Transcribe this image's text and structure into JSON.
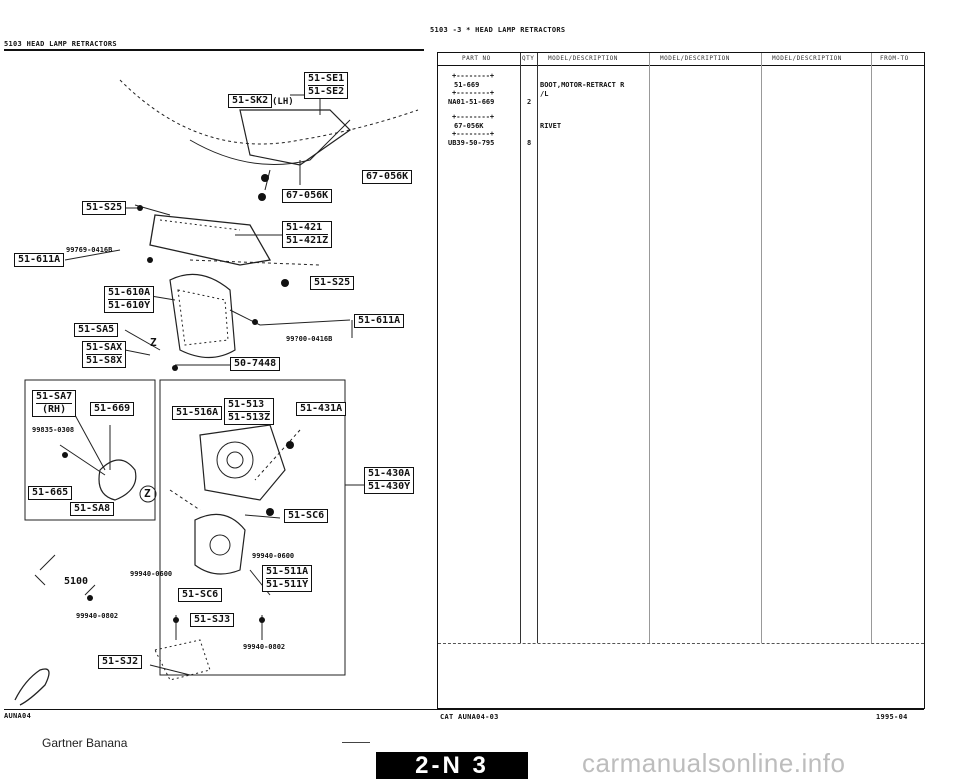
{
  "header": {
    "top_title": "5103 -3 * HEAD LAMP RETRACTORS",
    "left_section": "5103  HEAD LAMP RETRACTORS"
  },
  "diagram": {
    "callouts": {
      "se": [
        "51-SE1",
        "51-SE2"
      ],
      "sk2": "51-SK2",
      "lh": "(LH)",
      "k056a": "67-056K",
      "k056b": "67-056K",
      "s25a": "51-S25",
      "s25b": "51-S25",
      "part421": [
        "51-421",
        "51-421Z"
      ],
      "part611a": "51-611A",
      "part611b": "51-611A",
      "screw1": "99769-0416B",
      "screw2": "99?00-0416B",
      "part610": [
        "51-610A",
        "51-610Y"
      ],
      "sa5": "51-SA5",
      "sax": [
        "51-SAX",
        "51-S8X"
      ],
      "z1": "Z",
      "z2": "Z",
      "part7448": "50-7448",
      "sa7": [
        "51-SA7",
        "(RH)"
      ],
      "part669": "51-669",
      "part516a": "51-516A",
      "part513": [
        "51-513",
        "51-513Z"
      ],
      "part431a": "51-431A",
      "screw3": "99835-0308",
      "part430": [
        "51-430A",
        "51-430Y"
      ],
      "part665": "51-665",
      "sa8": "51-SA8",
      "sc6a": "51-SC6",
      "bolt1": "99940-0600",
      "bolt2": "99940-0600",
      "part511": [
        "51-511A",
        "51-511Y"
      ],
      "sc6b": "51-SC6",
      "ref5100": "5100",
      "bolt3": "99940-0802",
      "bolt4": "99940-0802",
      "sj3": "51-SJ3",
      "sj2": "51-SJ2"
    },
    "footer_code": "AUNA04"
  },
  "table": {
    "headers": [
      "PART NO",
      "QTY",
      "MODEL/DESCRIPTION",
      "MODEL/DESCRIPTION",
      "MODEL/DESCRIPTION",
      "FROM-TO"
    ],
    "rows": [
      {
        "ref": "51-669",
        "part": "NA01-51-669",
        "qty": "2",
        "desc1": "BOOT,MOTOR-RETRACT R",
        "desc2": "/L"
      },
      {
        "ref": "67-056K",
        "part": "UB39-50-795",
        "qty": "8",
        "desc1": "RIVET",
        "desc2": ""
      }
    ],
    "footer_left": "CAT  AUNA04-03",
    "footer_right": "1995-04"
  },
  "watermark": "carmanualsonline.info",
  "credit": "Gartner Banana",
  "page_badge": "2-N 3"
}
